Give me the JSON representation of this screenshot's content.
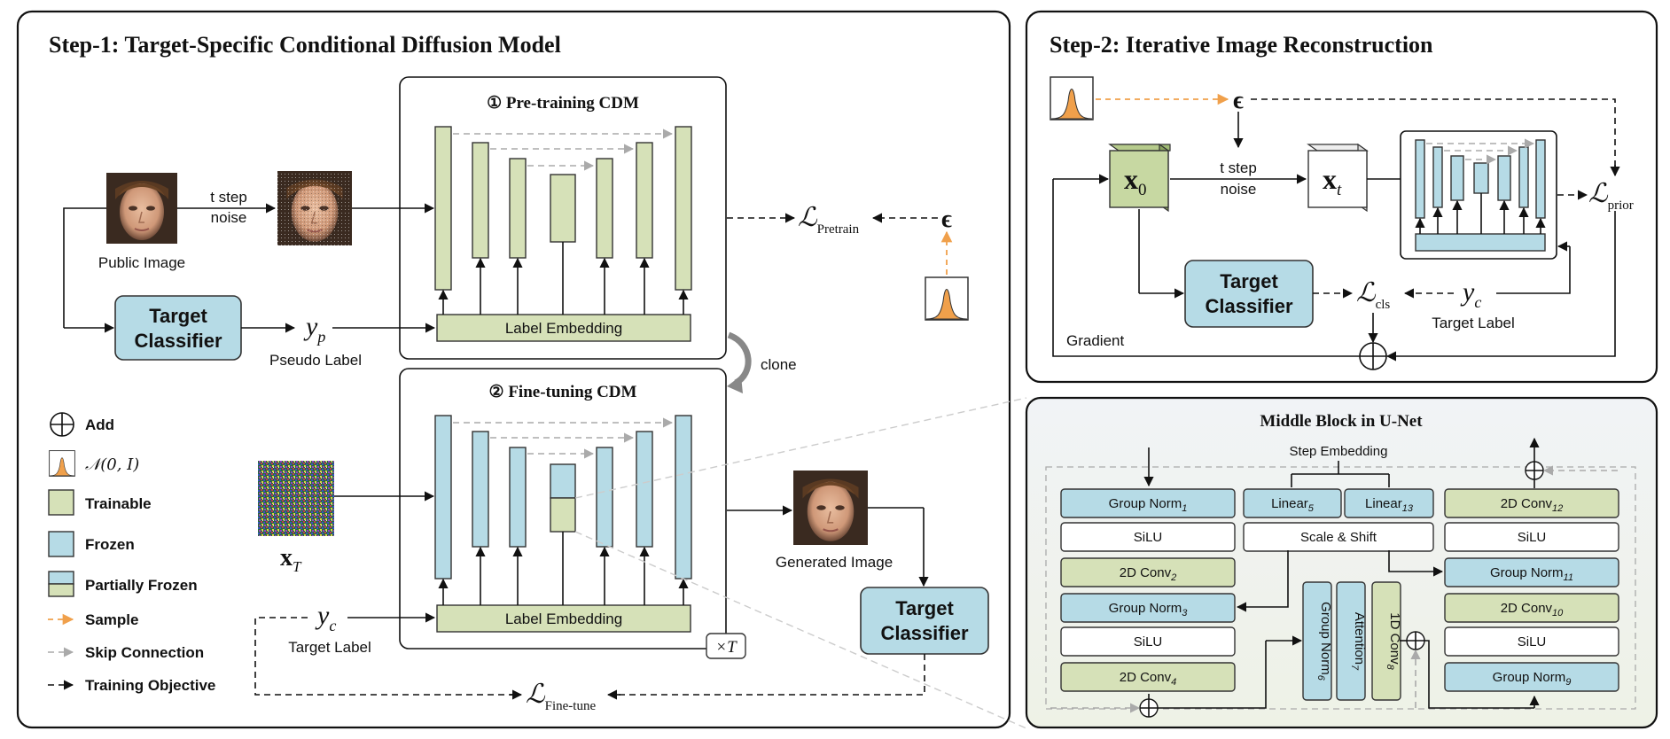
{
  "step1": {
    "title": "Step-1: Target-Specific Conditional Diffusion Model",
    "pretrain_title": "① Pre-training CDM",
    "finetune_title": "② Fine-tuning CDM",
    "public_image": "Public Image",
    "t_step": "t step",
    "noise": "noise",
    "target_classifier": [
      "Target",
      "Classifier"
    ],
    "pseudo_label": "Pseudo Label",
    "yp": "y",
    "yp_sub": "p",
    "label_embedding": "Label Embedding",
    "loss_pretrain": "Pretrain",
    "loss_finetune": "Fine-tune",
    "epsilon": "ϵ",
    "clone": "clone",
    "xT": "x",
    "xT_sub": "T",
    "yc": "y",
    "yc_sub": "c",
    "target_label": "Target Label",
    "times_T": "×T",
    "generated_image": "Generated Image"
  },
  "legend": {
    "add": "Add",
    "normal": "𝒩(0, I)",
    "trainable": "Trainable",
    "frozen": "Frozen",
    "partially_frozen": "Partially Frozen",
    "sample": "Sample",
    "skip": "Skip Connection",
    "objective": "Training Objective"
  },
  "step2": {
    "title": "Step-2: Iterative Image Reconstruction",
    "x0": "x",
    "x0_sub": "0",
    "xt": "x",
    "xt_sub": "t",
    "t_step": "t step",
    "noise": "noise",
    "loss_prior": "prior",
    "loss_cls": "cls",
    "target_classifier": [
      "Target",
      "Classifier"
    ],
    "yc": "y",
    "yc_sub": "c",
    "target_label": "Target Label",
    "gradient": "Gradient",
    "epsilon": "ϵ"
  },
  "middle": {
    "title": "Middle Block in U-Net",
    "step_embedding": "Step Embedding",
    "scale_shift": "Scale & Shift",
    "left_col": [
      {
        "text": "Group Norm",
        "sub": "1",
        "kind": "frozen"
      },
      {
        "text": "SiLU",
        "sub": "",
        "kind": "white"
      },
      {
        "text": "2D Conv",
        "sub": "2",
        "kind": "train"
      },
      {
        "text": "Group Norm",
        "sub": "3",
        "kind": "frozen"
      },
      {
        "text": "SiLU",
        "sub": "",
        "kind": "white"
      },
      {
        "text": "2D Conv",
        "sub": "4",
        "kind": "train"
      }
    ],
    "linear_a": {
      "text": "Linear",
      "sub": "5"
    },
    "linear_b": {
      "text": "Linear",
      "sub": "13"
    },
    "vertical": [
      {
        "text": "Group Norm",
        "sub": "6",
        "kind": "frozen"
      },
      {
        "text": "Attention",
        "sub": "7",
        "kind": "frozen"
      },
      {
        "text": "1D Conv",
        "sub": "8",
        "kind": "train"
      }
    ],
    "right_col": [
      {
        "text": "2D Conv",
        "sub": "12",
        "kind": "train"
      },
      {
        "text": "SiLU",
        "sub": "",
        "kind": "white"
      },
      {
        "text": "Group Norm",
        "sub": "11",
        "kind": "frozen"
      },
      {
        "text": "2D Conv",
        "sub": "10",
        "kind": "train"
      },
      {
        "text": "SiLU",
        "sub": "",
        "kind": "white"
      },
      {
        "text": "Group Norm",
        "sub": "9",
        "kind": "frozen"
      }
    ]
  },
  "colors": {
    "trainable": "#d6e1b8",
    "frozen": "#b6dbe6",
    "sample": "#f0a04b",
    "face_skin": "#d9a888"
  }
}
